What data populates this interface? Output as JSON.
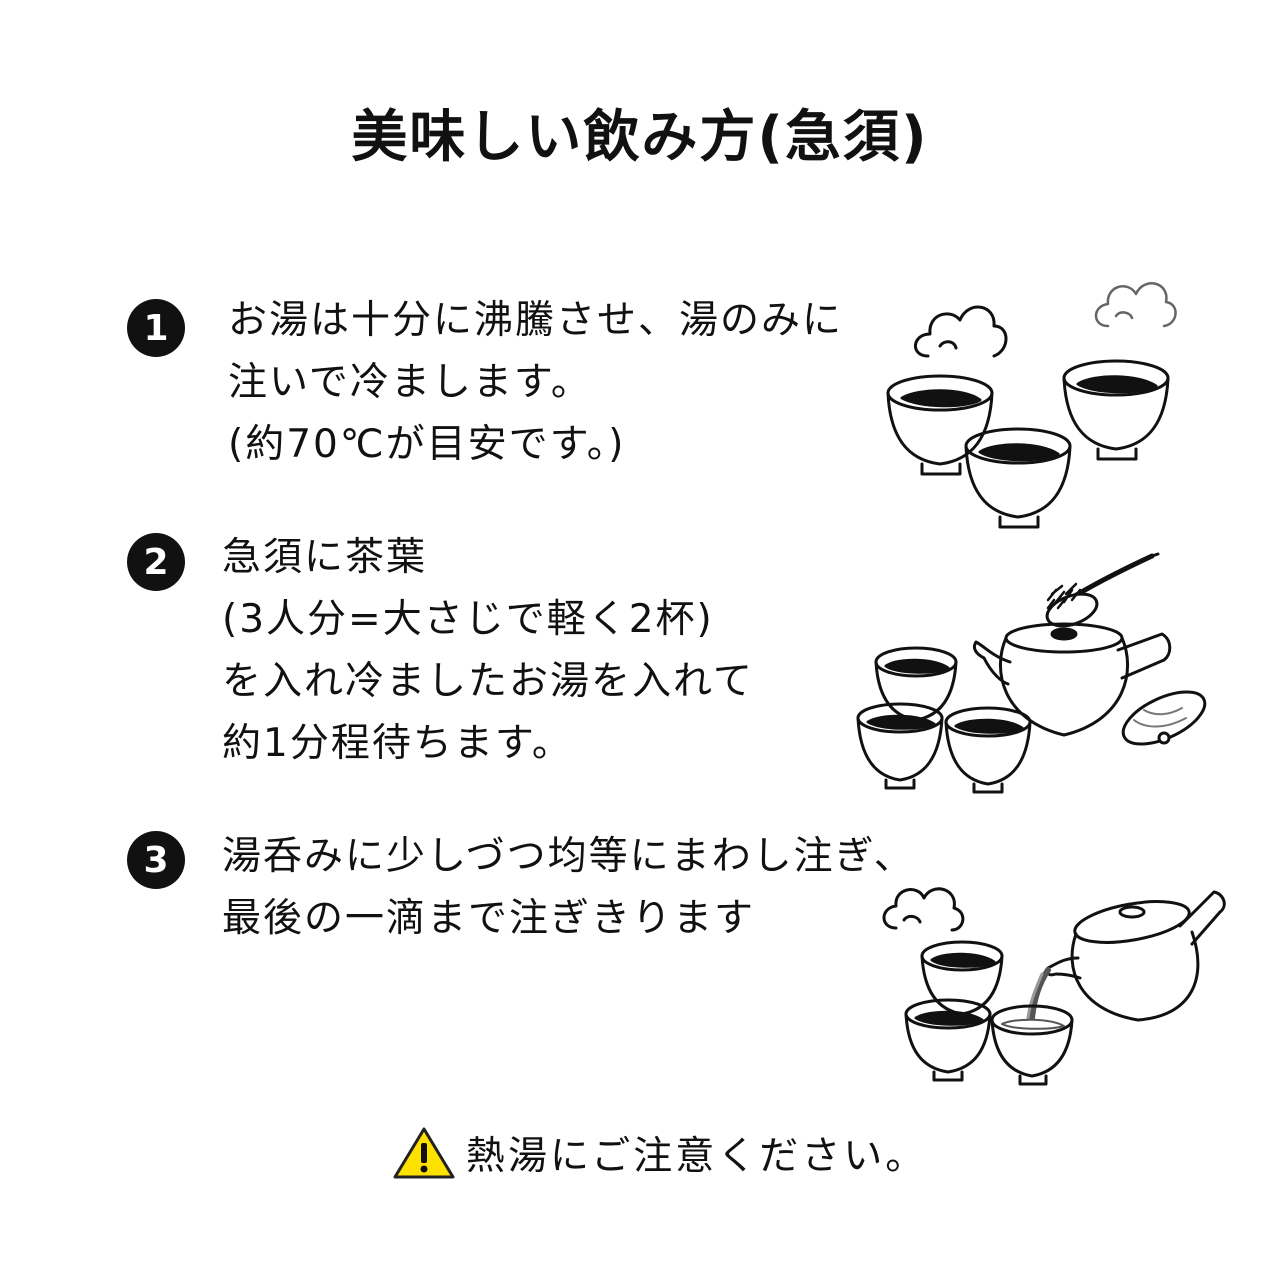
{
  "title": "美味しい飲み方(急須)",
  "steps": [
    {
      "number": "1",
      "lines": [
        "お湯は十分に沸騰させ、湯のみに",
        "注いで冷まします。",
        "(約70℃が目安です。)"
      ],
      "icon": "cooling-teacups-icon"
    },
    {
      "number": "2",
      "lines": [
        "急須に茶葉",
        "(3人分=大さじで軽く2杯)",
        "を入れ冷ましたお湯を入れて",
        "約1分程待ちます。"
      ],
      "icon": "teapot-with-leaves-icon"
    },
    {
      "number": "3",
      "lines": [
        "湯呑みに少しづつ均等にまわし注ぎ、",
        "最後の一滴まで注ぎきります"
      ],
      "icon": "pouring-teapot-icon"
    }
  ],
  "warning": {
    "icon": "warning-triangle-icon",
    "text": "熱湯にご注意ください。",
    "color": "#ffe100"
  }
}
